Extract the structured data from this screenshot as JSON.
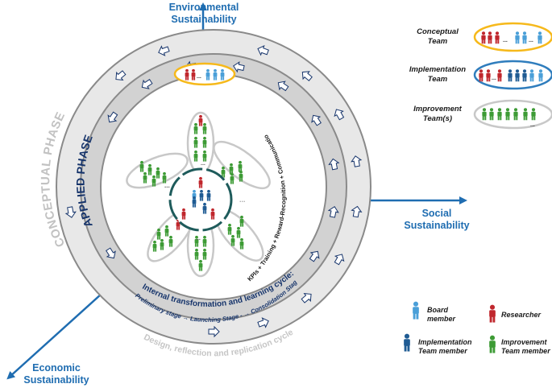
{
  "axes": {
    "environmental": [
      "Environmental",
      "Sustainability"
    ],
    "social": [
      "Social",
      "Sustainability"
    ],
    "economic": [
      "Economic",
      "Sustainability"
    ]
  },
  "rings": {
    "outer_label": "CONCEPTUAL PHASE",
    "inner_label": "APPLIED PHASE",
    "outer_cycle": "Design, reflection and replication cycle",
    "inner_cycle_title": "Internal transformation and learning cycle:",
    "inner_cycle_stages": "Preliminary stage → Launching Stage - → Consolidation Stage",
    "kpi_text": "KPIs + Training + Reward-Recognition + Communication"
  },
  "legend": {
    "teams": [
      {
        "label": [
          "Conceptual",
          "Team"
        ]
      },
      {
        "label": [
          "Implementation",
          "Team"
        ]
      },
      {
        "label": [
          "Improvement",
          "Team(s)"
        ]
      }
    ],
    "members": {
      "board": [
        "Board",
        "member"
      ],
      "researcher": "Researcher",
      "implementation": [
        "Implementation",
        "Team member"
      ],
      "improvement": [
        "Improvement",
        "Team member"
      ]
    }
  },
  "ellipsis": "...",
  "colors": {
    "board": "#4a9fd8",
    "researcher": "#c0272d",
    "implementation": "#1f5b93",
    "improvement": "#3d9b35",
    "axis": "#1f6db1",
    "ring_outer": "#e8e8e8",
    "ring_inner": "#d2d2d2",
    "conceptual_oval": "#f6b91b",
    "implementation_oval": "#2f7dbd",
    "improvement_oval": "#c8c8c8",
    "hub": "#1e5b5b"
  }
}
